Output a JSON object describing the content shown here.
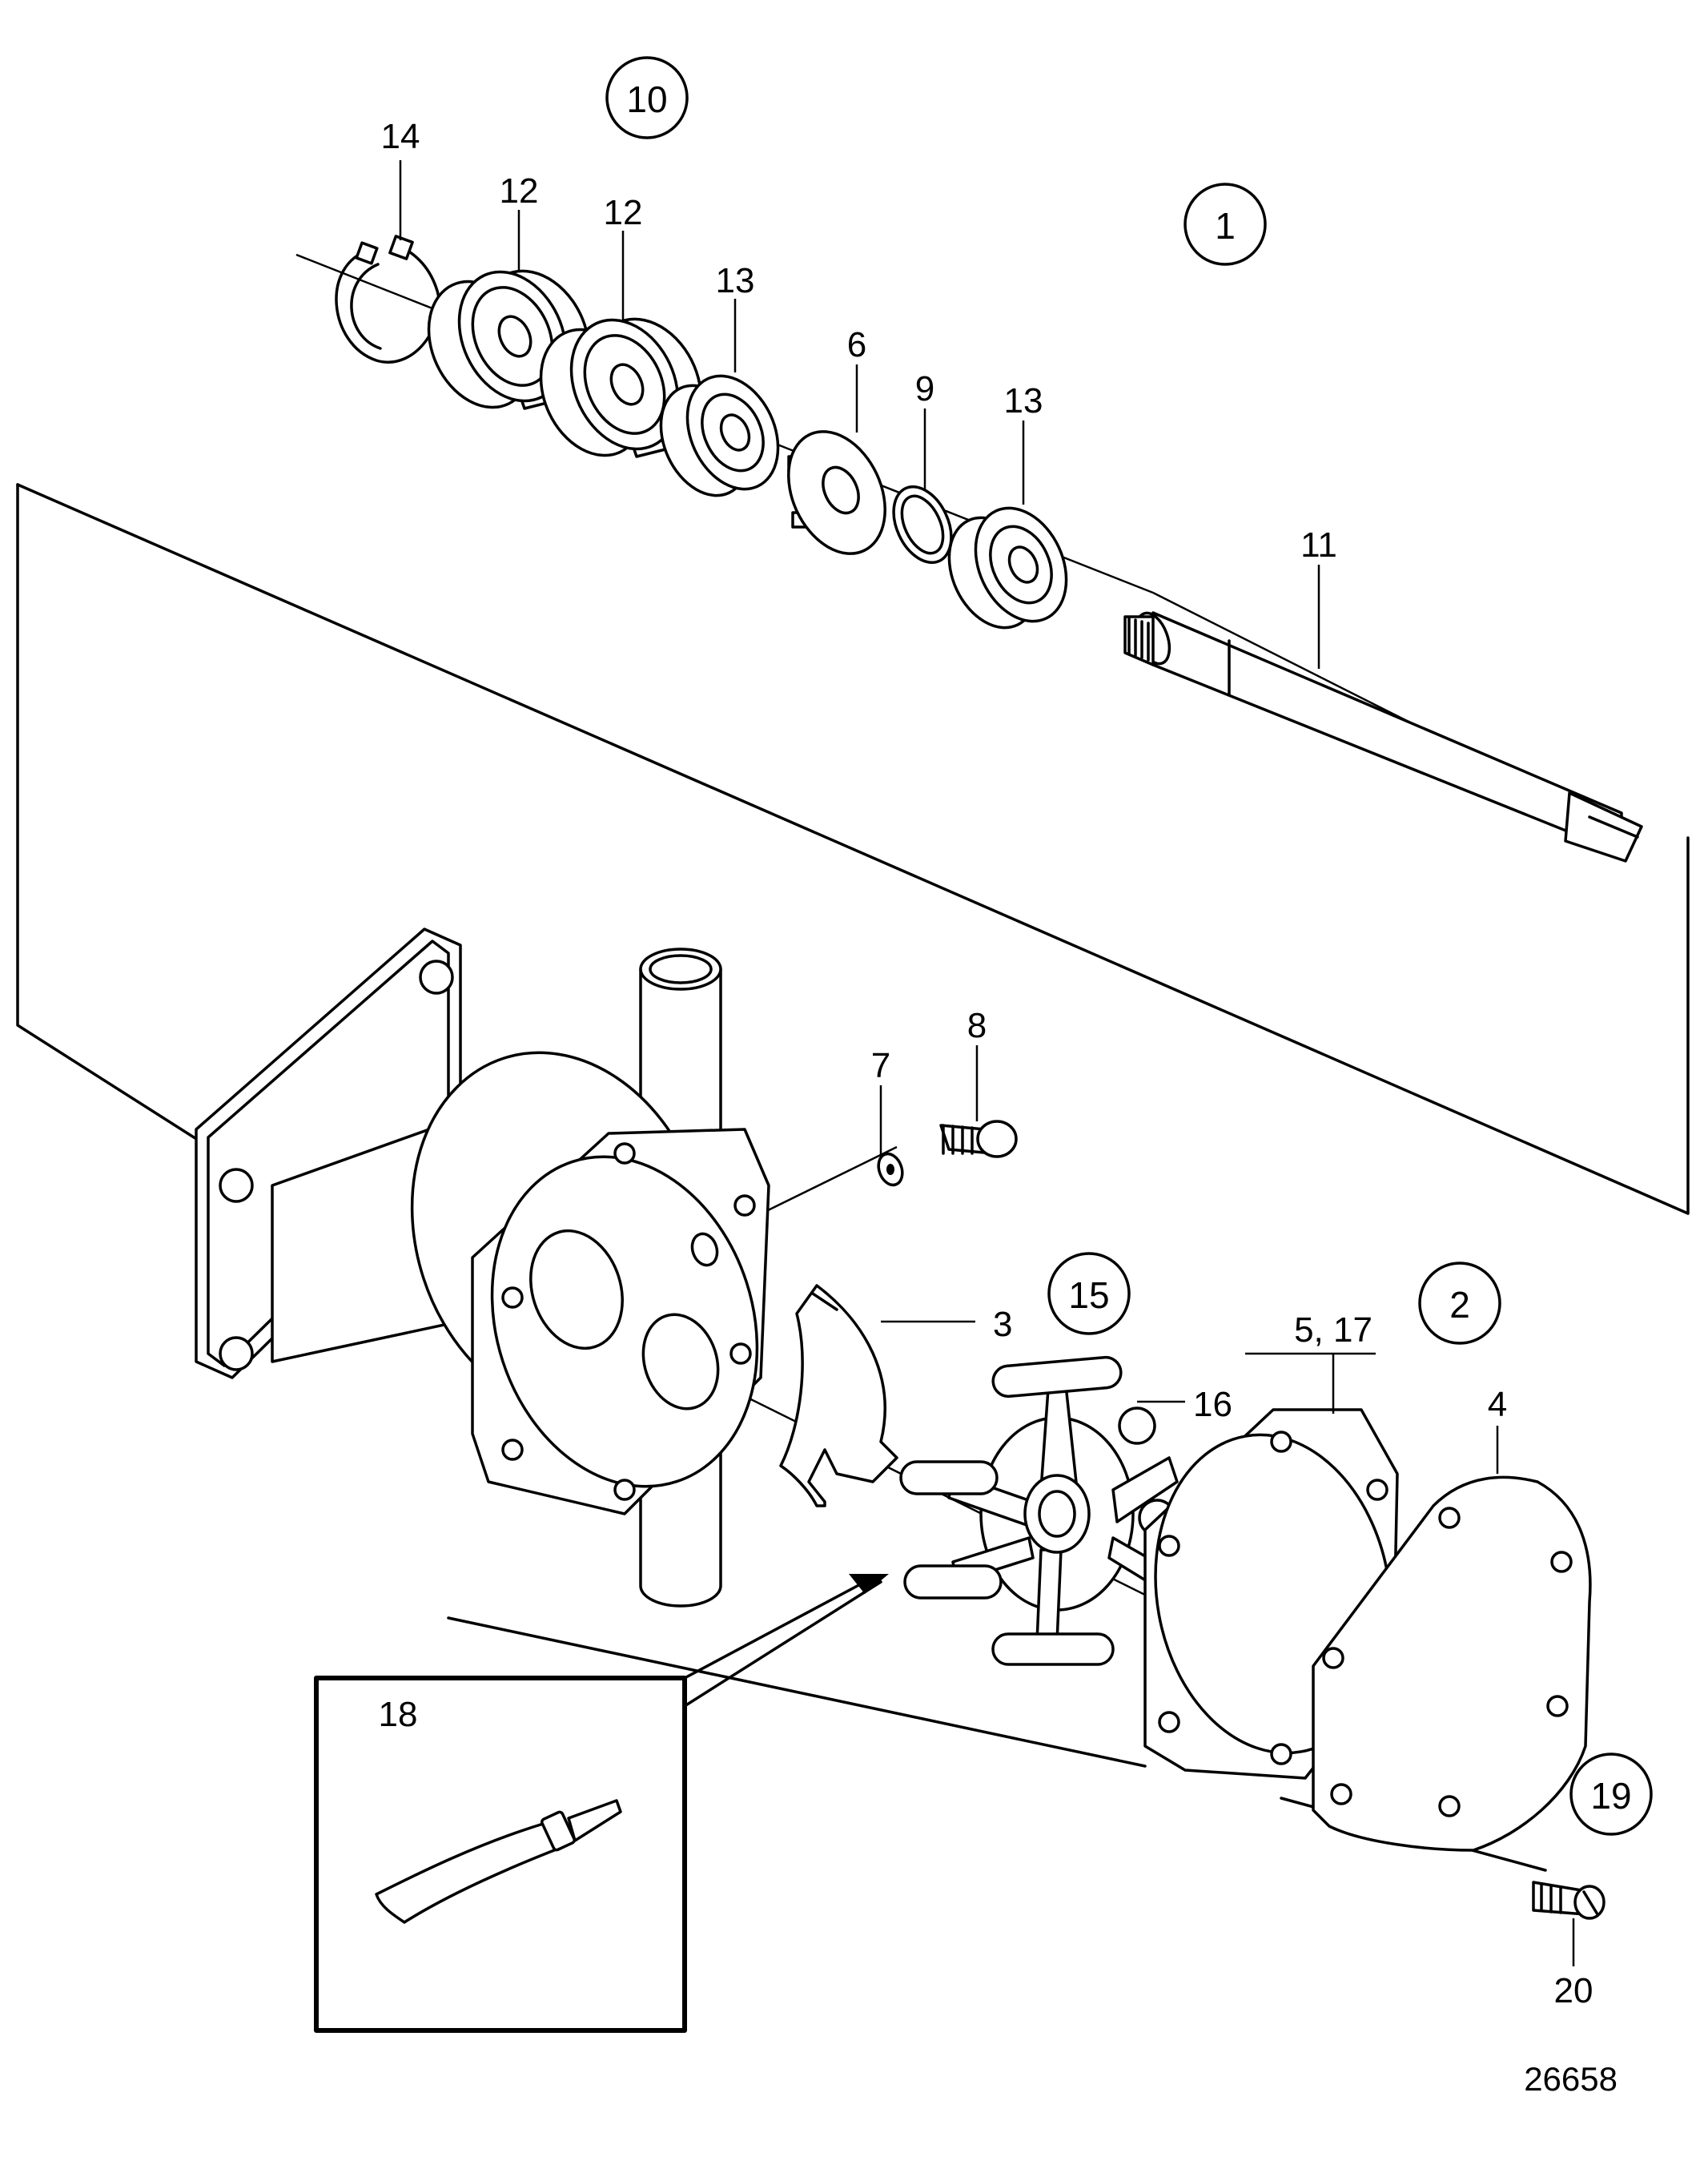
{
  "drawing_number": "26658",
  "group_callouts": [
    "10",
    "1",
    "15",
    "2",
    "19"
  ],
  "part_labels": [
    "14",
    "12",
    "12",
    "13",
    "6",
    "9",
    "13",
    "11",
    "8",
    "7",
    "3",
    "16",
    "5, 17",
    "4",
    "18",
    "20"
  ]
}
